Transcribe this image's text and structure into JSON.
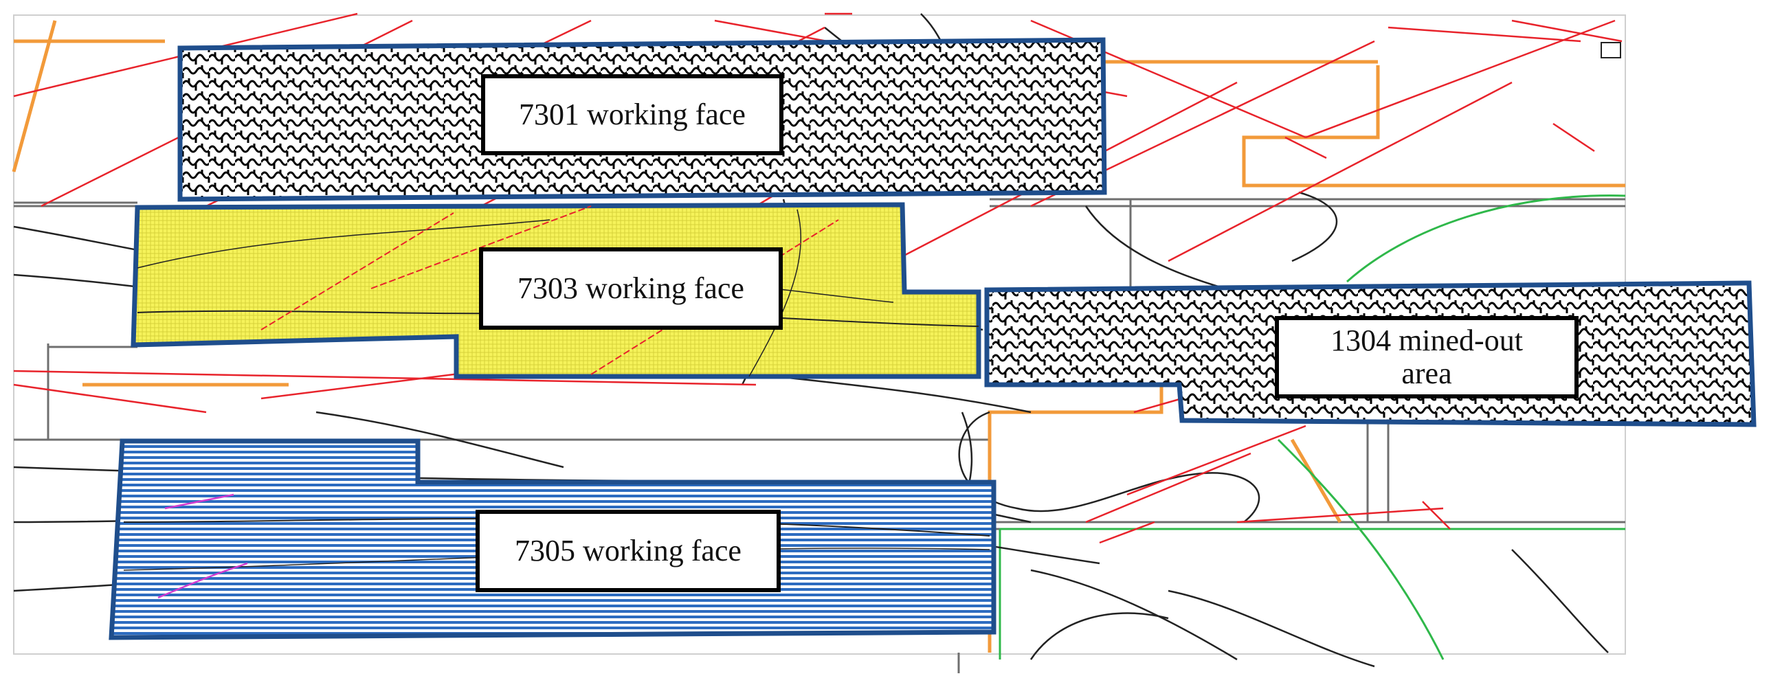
{
  "map": {
    "areas": [
      {
        "id": "7301",
        "label_lines": [
          "7301 working face"
        ],
        "fill": "crosshatch-waves",
        "border_color": "#1f4e8c"
      },
      {
        "id": "7303",
        "label_lines": [
          "7303 working face"
        ],
        "fill": "yellow-mesh",
        "fill_color": "#f3f14e",
        "border_color": "#1f4e8c"
      },
      {
        "id": "1304",
        "label_lines": [
          "1304 mined-out",
          "area"
        ],
        "fill": "crosshatch-waves",
        "border_color": "#1f4e8c"
      },
      {
        "id": "7305",
        "label_lines": [
          "7305 working face"
        ],
        "fill": "blue-horizontal-stripes",
        "fill_color": "#2d6cc0",
        "border_color": "#1f4e8c"
      }
    ],
    "colors": {
      "fault_lines": "#e8232b",
      "roadway_lines": "#222222",
      "boundary_orange": "#f29a3a",
      "contour_green": "#2fb84a",
      "gray_frame": "#7a7a7a"
    }
  }
}
